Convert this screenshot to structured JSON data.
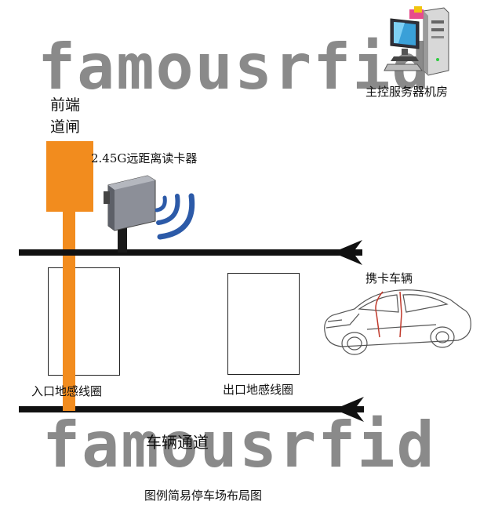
{
  "watermark": {
    "text": "famousrfid"
  },
  "labels": {
    "server_room": "主控服务器机房",
    "front_gate": "前端",
    "front_gate_line2": "道闸",
    "reader": "2.45G远距离读卡器",
    "card_vehicle": "携卡车辆",
    "entry_loop": "入口地感线圈",
    "exit_loop": "出口地感线圈",
    "lane": "车辆通道",
    "caption": "图例简易停车场布局图"
  },
  "colors": {
    "gate": "#f28c1e",
    "lane_line": "#111111",
    "reader_body": "#8c8f98",
    "wave": "#2c5aa8",
    "car_outline": "#555555",
    "car_door": "#c0392b",
    "watermark": "#8a8a8a"
  },
  "icons": {
    "server": "computer-server-icon",
    "reader": "rfid-reader-icon",
    "car": "sedan-car-icon",
    "direction": "arrow-left-icon"
  }
}
